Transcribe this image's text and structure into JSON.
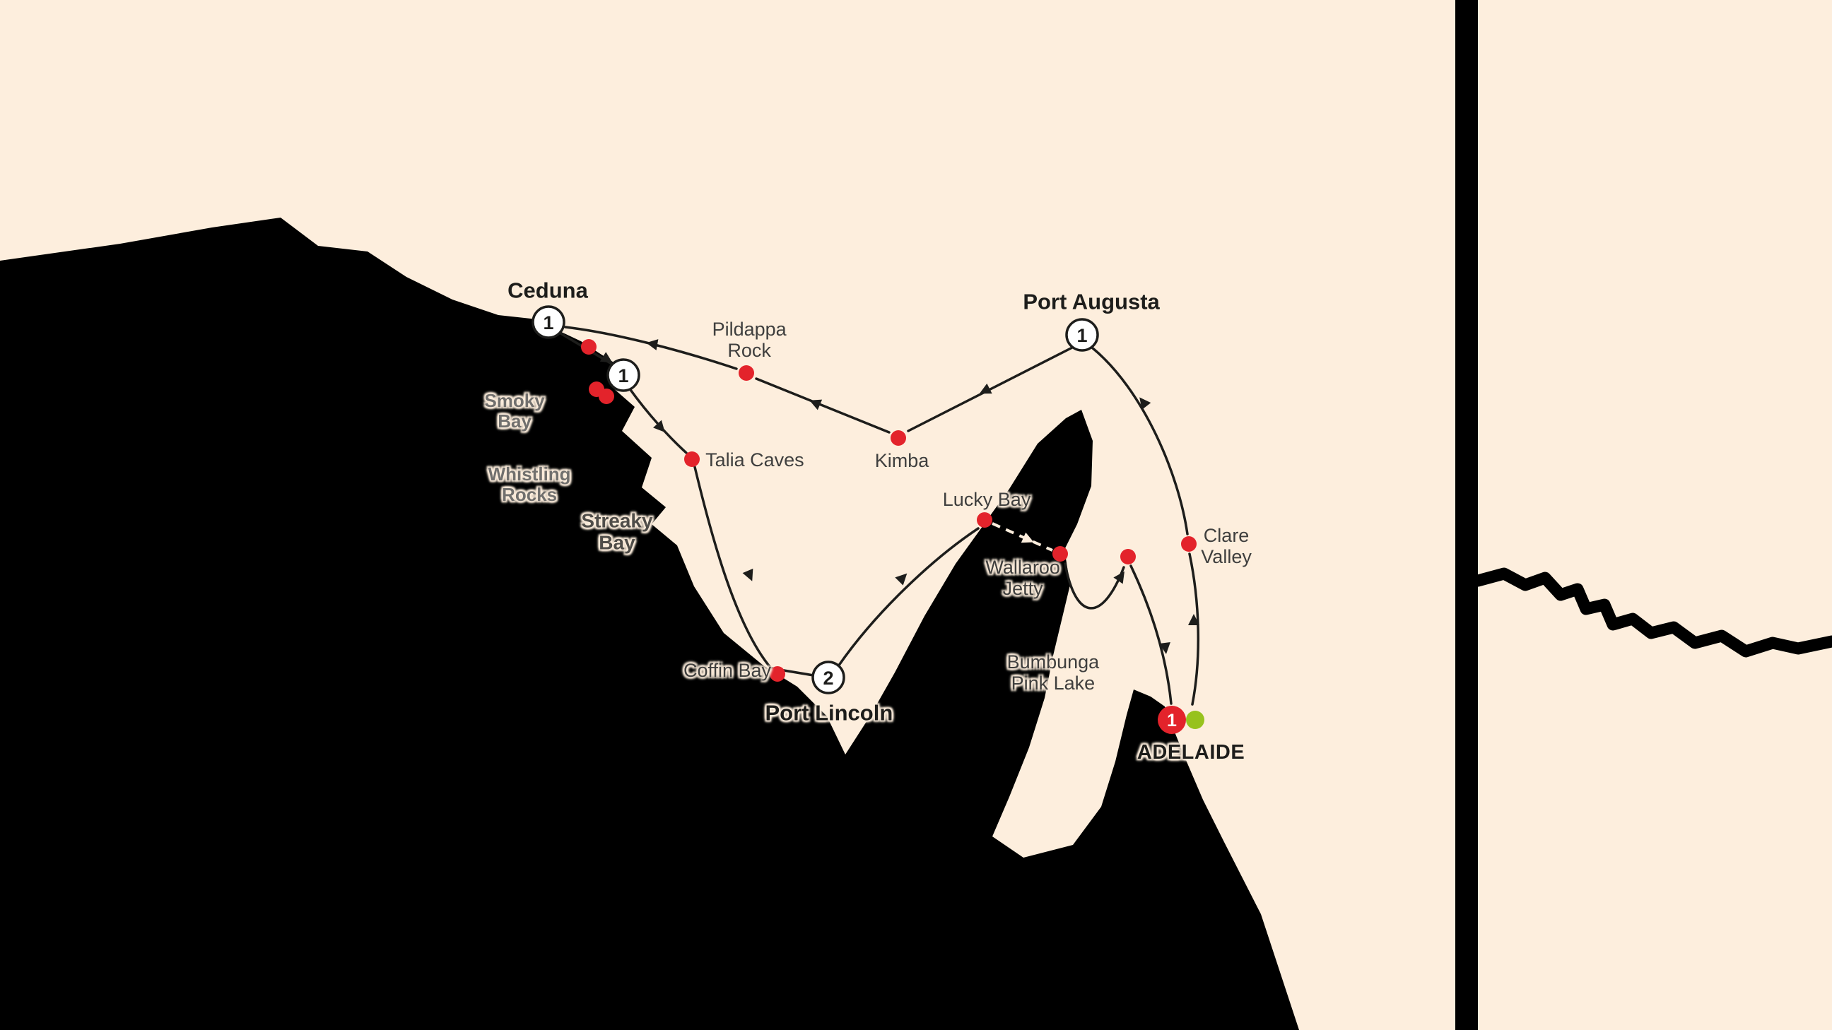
{
  "map": {
    "title": "South Australia touring itinerary map",
    "colors": {
      "land": "#fdeedd",
      "water": "#000000",
      "route": "#1d1d1b",
      "stop_marker": "#e3232b",
      "start_marker": "#97c21d",
      "overnight_marker_fill": "#ffffff"
    },
    "cities": {
      "ceduna": "Ceduna",
      "port_augusta": "Port Augusta",
      "port_lincoln": "Port Lincoln",
      "adelaide": "ADELAIDE"
    },
    "stops": {
      "pildappa_1": "Pildappa",
      "pildappa_2": "Rock",
      "talia": "Talia Caves",
      "kimba": "Kimba",
      "lucky_bay": "Lucky Bay",
      "wallaroo_1": "Wallaroo",
      "wallaroo_2": "Jetty",
      "clare_1": "Clare",
      "clare_2": "Valley",
      "coffin_bay": "Coffin Bay",
      "bumbunga_1": "Bumbunga",
      "bumbunga_2": "Pink Lake"
    },
    "places": {
      "smoky_1": "Smoky",
      "smoky_2": "Bay",
      "whistling_1": "Whistling",
      "whistling_2": "Rocks",
      "streaky_1": "Streaky",
      "streaky_2": "Bay"
    },
    "nights": {
      "ceduna": "1",
      "smoky_bay": "1",
      "port_augusta": "1",
      "port_lincoln": "2",
      "adelaide": "1"
    }
  }
}
